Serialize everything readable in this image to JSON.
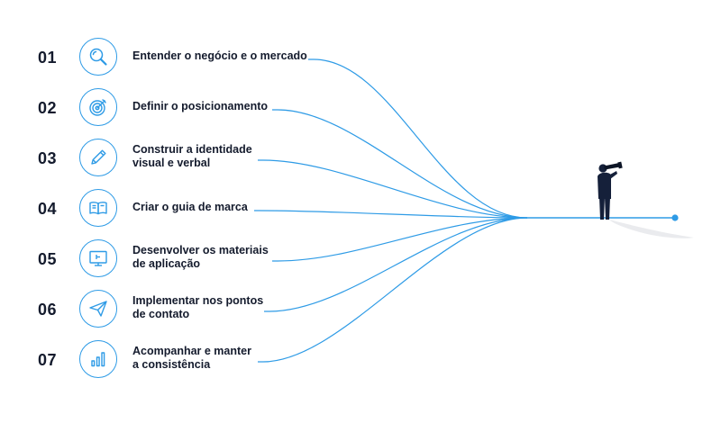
{
  "colors": {
    "accent": "#2e9be6",
    "text": "#141b2d",
    "figure": "#15203a"
  },
  "steps": [
    {
      "number": "01",
      "lines": [
        "Entender o negócio e o mercado"
      ],
      "icon": "magnifier-icon"
    },
    {
      "number": "02",
      "lines": [
        "Definir o posicionamento"
      ],
      "icon": "target-icon"
    },
    {
      "number": "03",
      "lines": [
        "Construir a identidade",
        "visual e verbal"
      ],
      "icon": "pencil-icon"
    },
    {
      "number": "04",
      "lines": [
        "Criar o guia de marca"
      ],
      "icon": "book-icon"
    },
    {
      "number": "05",
      "lines": [
        "Desenvolver os materiais",
        "de aplicação"
      ],
      "icon": "monitor-icon"
    },
    {
      "number": "06",
      "lines": [
        "Implementar nos pontos",
        "de contato"
      ],
      "icon": "paper-plane-icon"
    },
    {
      "number": "07",
      "lines": [
        "Acompanhar e manter",
        "a consistência"
      ],
      "icon": "bar-chart-icon"
    }
  ],
  "illustration": {
    "icon": "person-with-telescope-icon"
  }
}
